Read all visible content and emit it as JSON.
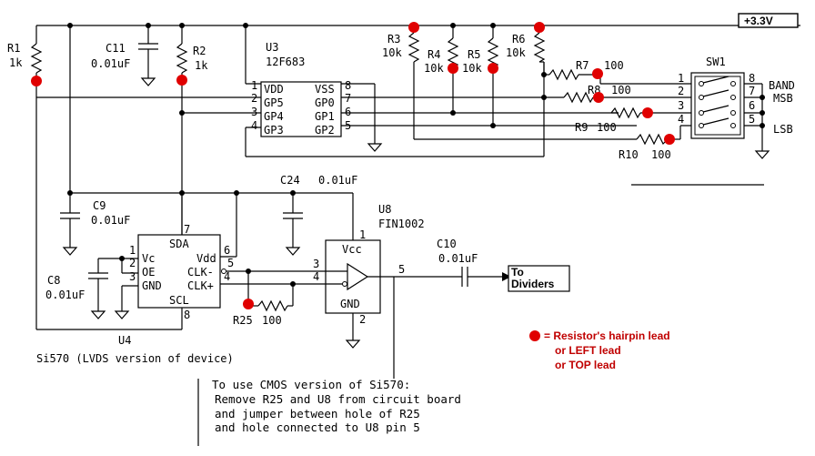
{
  "supply": "+3.3V",
  "resistors": {
    "r1": {
      "ref": "R1",
      "value": "1k"
    },
    "r2": {
      "ref": "R2",
      "value": "1k"
    },
    "r3": {
      "ref": "R3",
      "value": "10k"
    },
    "r4": {
      "ref": "R4",
      "value": "10k"
    },
    "r5": {
      "ref": "R5",
      "value": "10k"
    },
    "r6": {
      "ref": "R6",
      "value": "10k"
    },
    "r7": {
      "ref": "R7",
      "value": "100"
    },
    "r8": {
      "ref": "R8",
      "value": "100"
    },
    "r9": {
      "ref": "R9",
      "value": "100"
    },
    "r10": {
      "ref": "R10",
      "value": "100"
    },
    "r25": {
      "ref": "R25",
      "value": "100"
    }
  },
  "capacitors": {
    "c11": {
      "ref": "C11",
      "value": "0.01uF"
    },
    "c9": {
      "ref": "C9",
      "value": "0.01uF"
    },
    "c8": {
      "ref": "C8",
      "value": "0.01uF"
    },
    "c24": {
      "ref": "C24",
      "value": "0.01uF"
    },
    "c10": {
      "ref": "C10",
      "value": "0.01uF"
    }
  },
  "u3": {
    "ref": "U3",
    "part": "12F683",
    "left_pins": [
      "VDD",
      "GP5",
      "GP4",
      "GP3"
    ],
    "left_nums": [
      "1",
      "2",
      "3",
      "4"
    ],
    "right_pins": [
      "VSS",
      "GP0",
      "GP1",
      "GP2"
    ],
    "right_nums": [
      "8",
      "7",
      "6",
      "5"
    ]
  },
  "sw1": {
    "ref": "SW1",
    "left_nums": [
      "1",
      "2",
      "3",
      "4"
    ],
    "right_nums": [
      "8",
      "7",
      "6",
      "5"
    ],
    "labels": {
      "band": "BAND",
      "msb": "MSB",
      "lsb": "LSB"
    }
  },
  "u4": {
    "ref": "U4",
    "desc": "Si570 (LVDS version of device)",
    "pins": {
      "sda": "SDA",
      "vc": "Vc",
      "oe": "OE",
      "gnd": "GND",
      "vdd": "Vdd",
      "clkm": "CLK-",
      "clkp": "CLK+",
      "scl": "SCL"
    },
    "nums": {
      "n7": "7",
      "n1": "1",
      "n2": "2",
      "n3": "3",
      "n6": "6",
      "n5": "5",
      "n4": "4",
      "n8": "8"
    }
  },
  "u8": {
    "ref": "U8",
    "part": "FIN1002",
    "pins": {
      "vcc": "Vcc",
      "gnd": "GND"
    },
    "nums": {
      "n1": "1",
      "n3": "3",
      "n4": "4",
      "n5": "5",
      "n2": "2"
    }
  },
  "output": {
    "line1": "To",
    "line2": "Dividers"
  },
  "legend": {
    "line1": "= Resistor's hairpin lead",
    "line2": "or LEFT lead",
    "line3": "or TOP lead"
  },
  "note": {
    "line1": "To use CMOS version of Si570:",
    "line2": "Remove R25 and U8 from circuit board",
    "line3": "and jumper between hole of R25",
    "line4": "and hole connected to U8 pin 5"
  },
  "colors": {
    "marker": "#e00000",
    "wire": "#000000"
  }
}
